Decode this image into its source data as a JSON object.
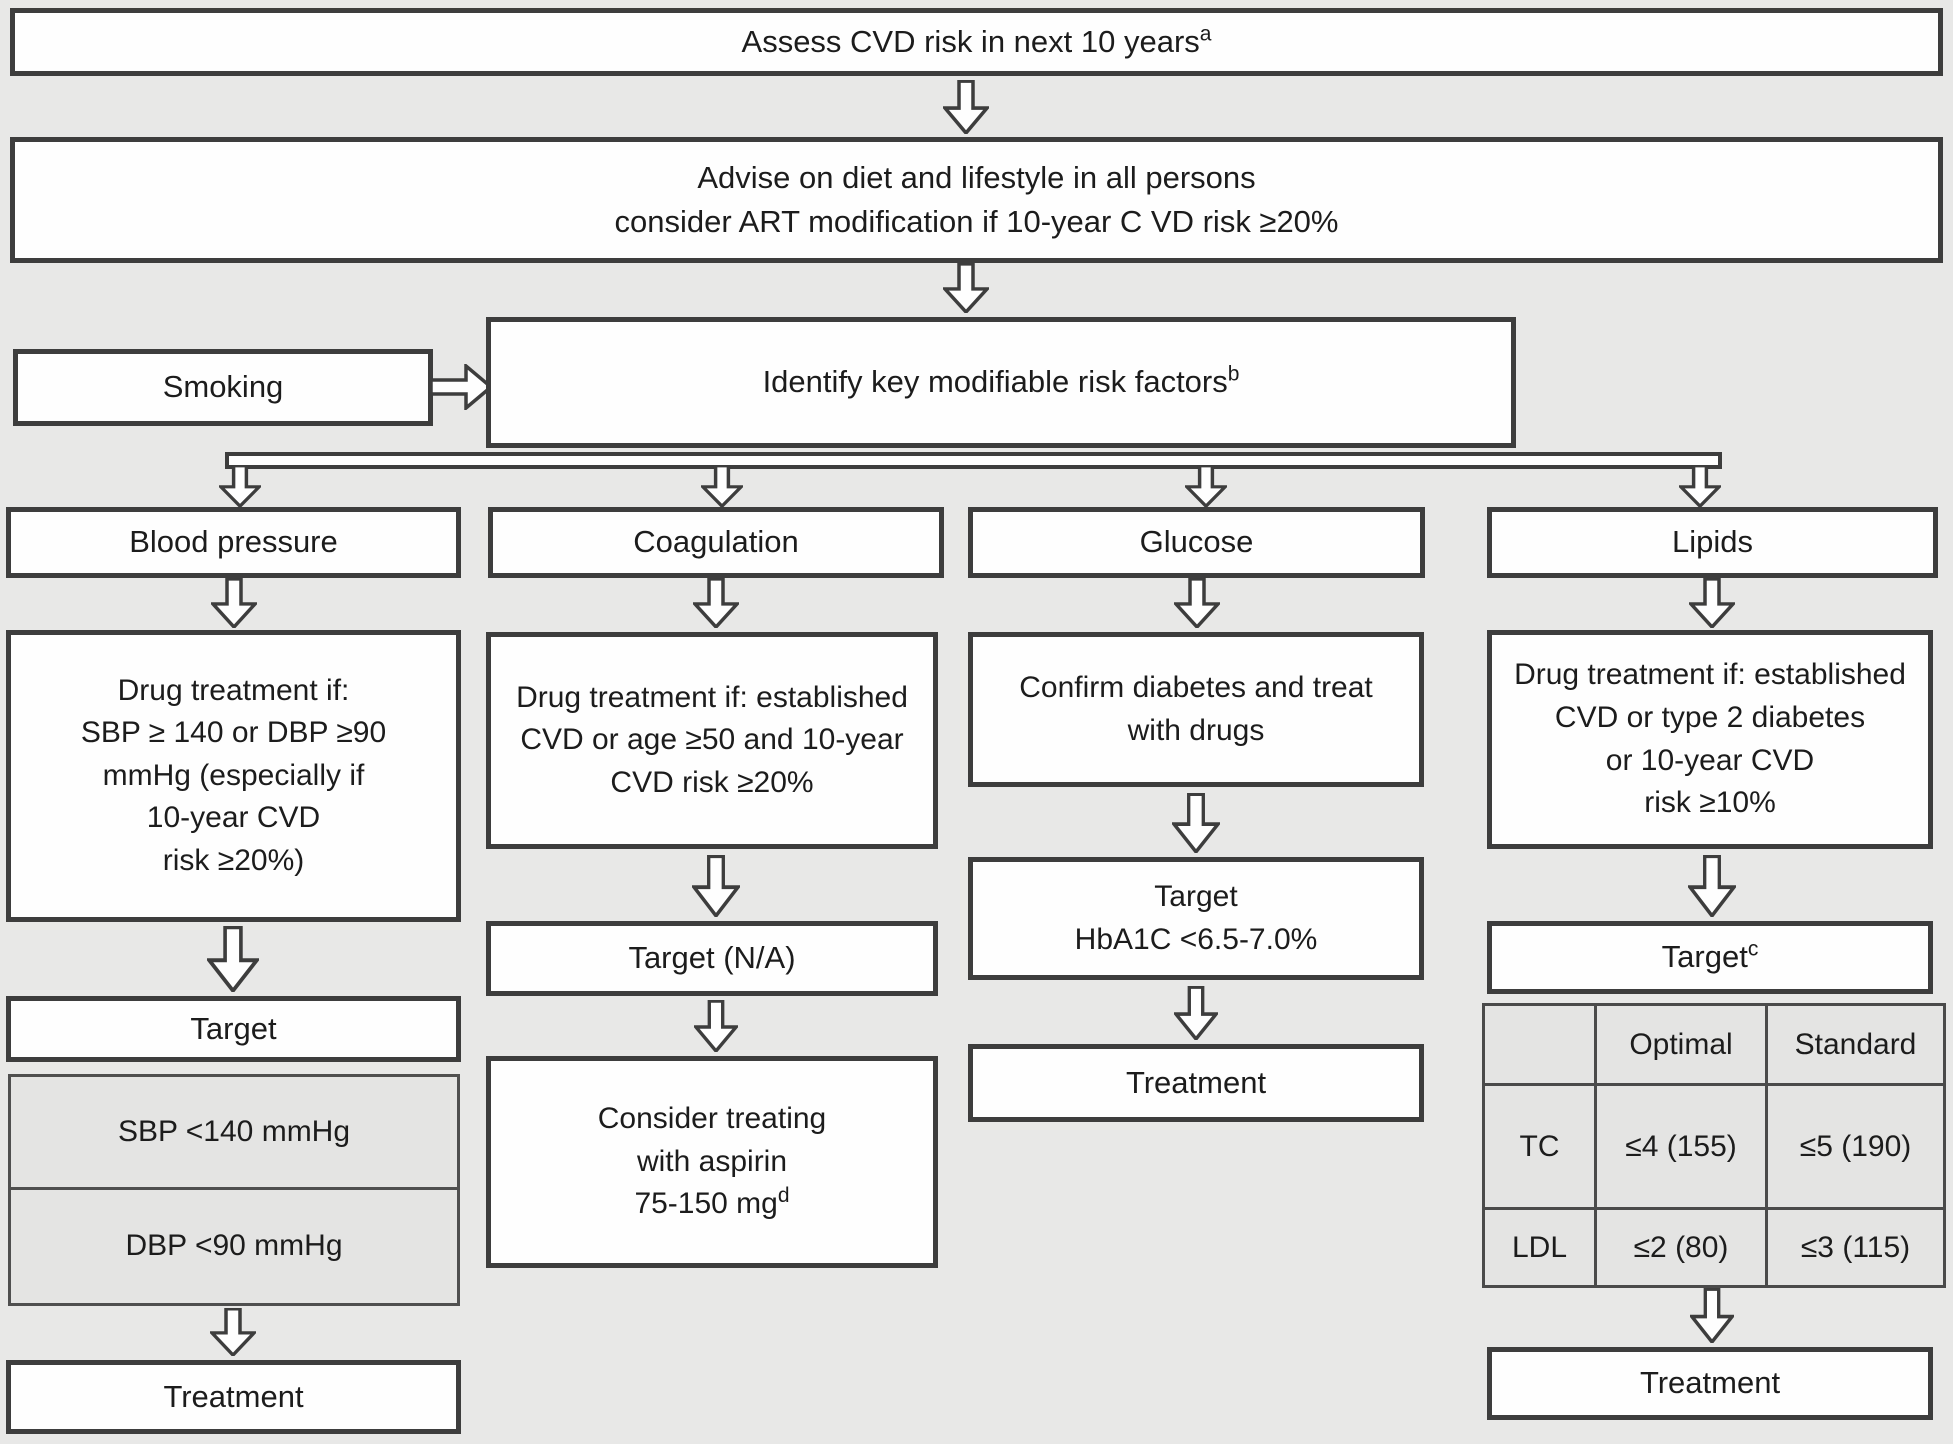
{
  "diagram": {
    "assess": {
      "text": "Assess CVD risk in next 10 years",
      "sup": "a"
    },
    "advise": {
      "line1": "Advise on diet and lifestyle in all persons",
      "line2": "consider ART modification if 10-year C VD risk ≥20%"
    },
    "smoking": {
      "label": "Smoking"
    },
    "identify": {
      "text": "Identify key modifiable risk factors",
      "sup": "b"
    },
    "columns": {
      "blood_pressure": {
        "header": "Blood pressure",
        "drug_lines": [
          "Drug treatment if:",
          "SBP ≥ 140 or DBP ≥90",
          "mmHg (especially if",
          "10-year CVD",
          "risk ≥20%)"
        ],
        "target": "Target",
        "sbp_target": "SBP <140 mmHg",
        "dbp_target": "DBP <90 mmHg",
        "treatment": "Treatment"
      },
      "coagulation": {
        "header": "Coagulation",
        "drug_lines": [
          "Drug treatment if: established",
          "CVD or age ≥50 and 10-year",
          "CVD risk ≥20%"
        ],
        "target": "Target (N/A)",
        "consider": {
          "line1": "Consider treating",
          "line2": "with aspirin",
          "line3": "75-150 mg",
          "sup": "d"
        }
      },
      "glucose": {
        "header": "Glucose",
        "confirm_line1": "Confirm diabetes and treat",
        "confirm_line2": "with drugs",
        "target_line1": "Target",
        "target_line2": "HbA1C <6.5-7.0%",
        "treatment": "Treatment"
      },
      "lipids": {
        "header": "Lipids",
        "drug_lines": [
          "Drug treatment if: established",
          "CVD or type 2 diabetes",
          "or 10-year CVD",
          "risk ≥10%"
        ],
        "target": {
          "text": "Target",
          "sup": "c"
        },
        "table": {
          "headers": [
            "",
            "Optimal",
            "Standard"
          ],
          "rows": [
            [
              "TC",
              "≤4 (155)",
              "≤5 (190)"
            ],
            [
              "LDL",
              "≤2 (80)",
              "≤3 (115)"
            ]
          ]
        },
        "treatment": "Treatment"
      }
    },
    "colors": {
      "background": "#e8e8e7",
      "box_fill": "#fefefe",
      "gray_fill": "#e4e4e3",
      "border": "#3d3d3d",
      "text": "#1c1c1c"
    }
  }
}
